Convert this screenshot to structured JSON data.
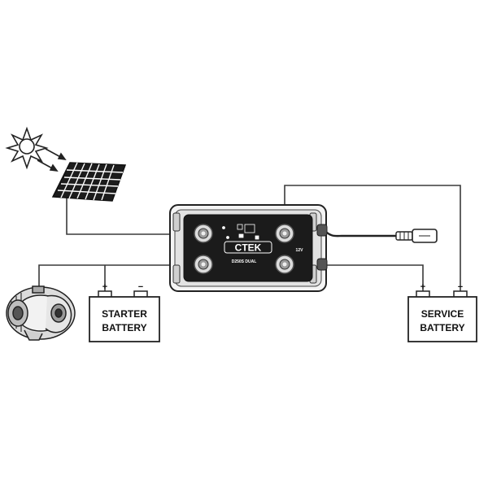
{
  "device": {
    "brand": "CTEK",
    "model": "D250S DUAL",
    "voltage": "12V"
  },
  "batteries": {
    "starter": {
      "line1": "STARTER",
      "line2": "BATTERY"
    },
    "service": {
      "line1": "SERVICE",
      "line2": "BATTERY"
    }
  },
  "terminal_symbols": {
    "plus": "+",
    "minus": "−"
  },
  "icons": [
    "sun-icon",
    "solar-panel-icon",
    "alternator-icon",
    "charger-icon",
    "temperature-sensor-icon"
  ],
  "colors": {
    "line": "#222222",
    "device_face": "#1b1b1b",
    "terminal": "#d9d9d9"
  }
}
